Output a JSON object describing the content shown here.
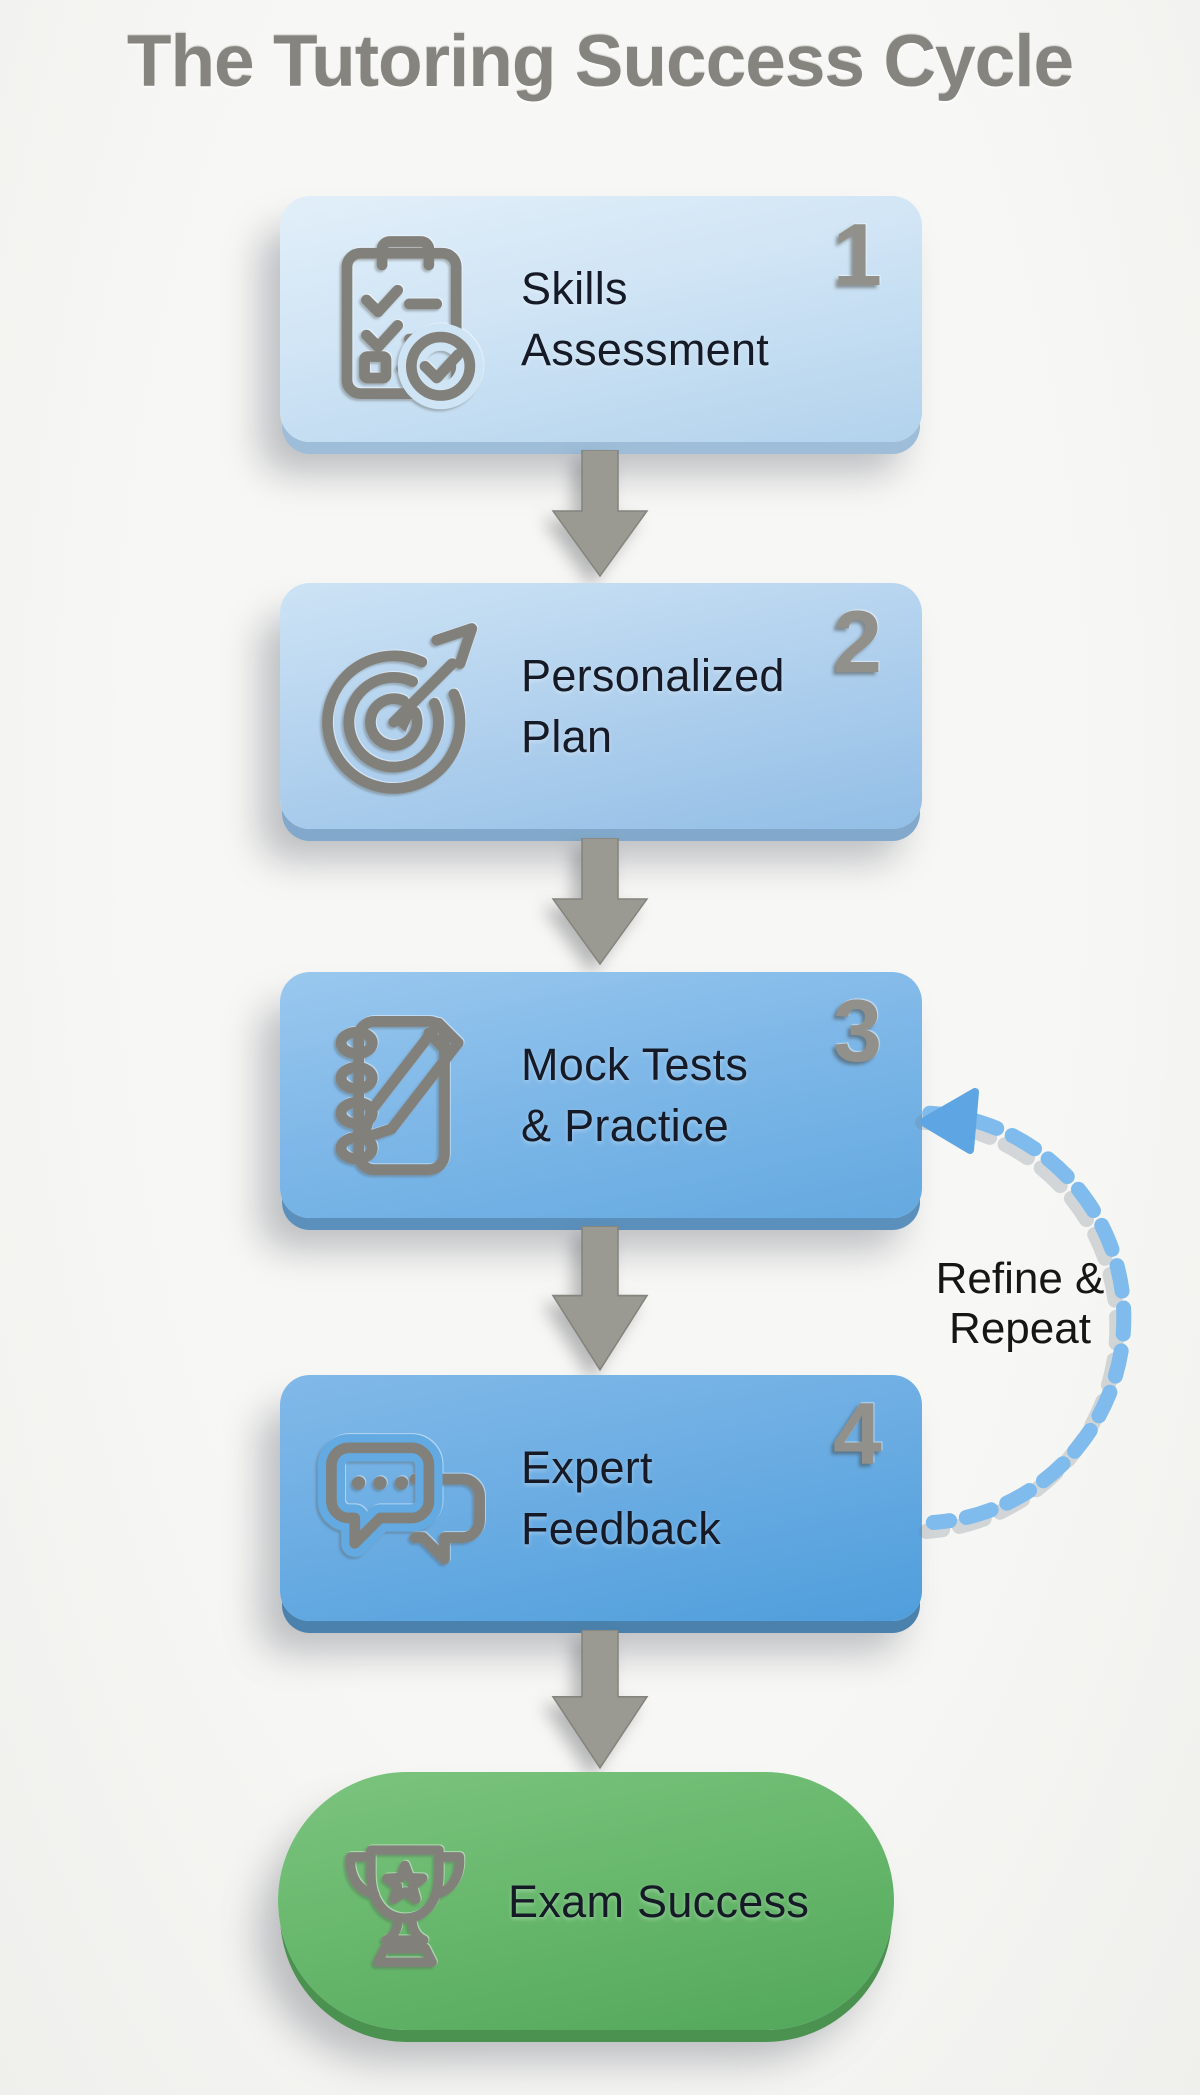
{
  "title": "The Tutoring Success Cycle",
  "steps": [
    {
      "number": "1",
      "lines": [
        "Skills",
        "Assessment"
      ],
      "icon": "clipboard-checklist"
    },
    {
      "number": "2",
      "lines": [
        "Personalized",
        "Plan"
      ],
      "icon": "target-arrow"
    },
    {
      "number": "3",
      "lines": [
        "Mock Tests",
        "& Practice"
      ],
      "icon": "notebook-pencil"
    },
    {
      "number": "4",
      "lines": [
        "Expert",
        "Feedback"
      ],
      "icon": "chat-bubbles"
    },
    {
      "number": "",
      "lines": [
        "Exam Success"
      ],
      "icon": "trophy"
    }
  ],
  "loop": {
    "lines": [
      "Refine &",
      "Repeat"
    ]
  },
  "colors": {
    "background": "#f3f3f0",
    "title_text": "#85847e",
    "step_text": "#151a26",
    "number_gray": "#92908a",
    "arrow_gray": "#9a9992",
    "icon_gray": "#82807a",
    "loop_dash_blue": "#7fbbec",
    "loop_arrowhead_blue": "#5da5e3",
    "box1_top": "#e2eff9",
    "box1_bottom": "#b2d2ec",
    "box2_top": "#cde3f5",
    "box2_bottom": "#92bee6",
    "box3_top": "#9ac8ee",
    "box3_bottom": "#64a9e0",
    "box4_top": "#81b9e8",
    "box4_bottom": "#4f9edc",
    "box5_top": "#7cc47f",
    "box5_bottom": "#52a75a"
  }
}
